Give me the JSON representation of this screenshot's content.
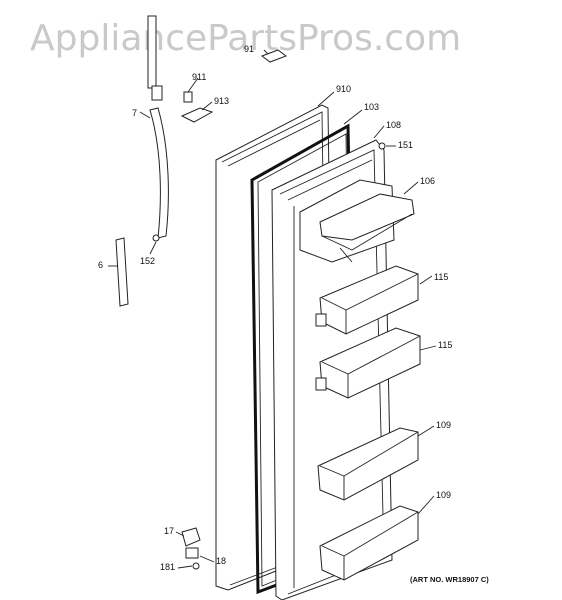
{
  "watermark": "AppliancePartsPros.com",
  "art_number": "(ART NO. WR18907 C)",
  "callouts": {
    "c91": "91",
    "c911": "911",
    "c913": "913",
    "c7": "7",
    "c910": "910",
    "c103": "103",
    "c108": "108",
    "c151": "151",
    "c106": "106",
    "c6": "6",
    "c152": "152",
    "c115a": "115",
    "c115b": "115",
    "c109a": "109",
    "c109b": "109",
    "c17": "17",
    "c18": "18",
    "c181": "181"
  }
}
